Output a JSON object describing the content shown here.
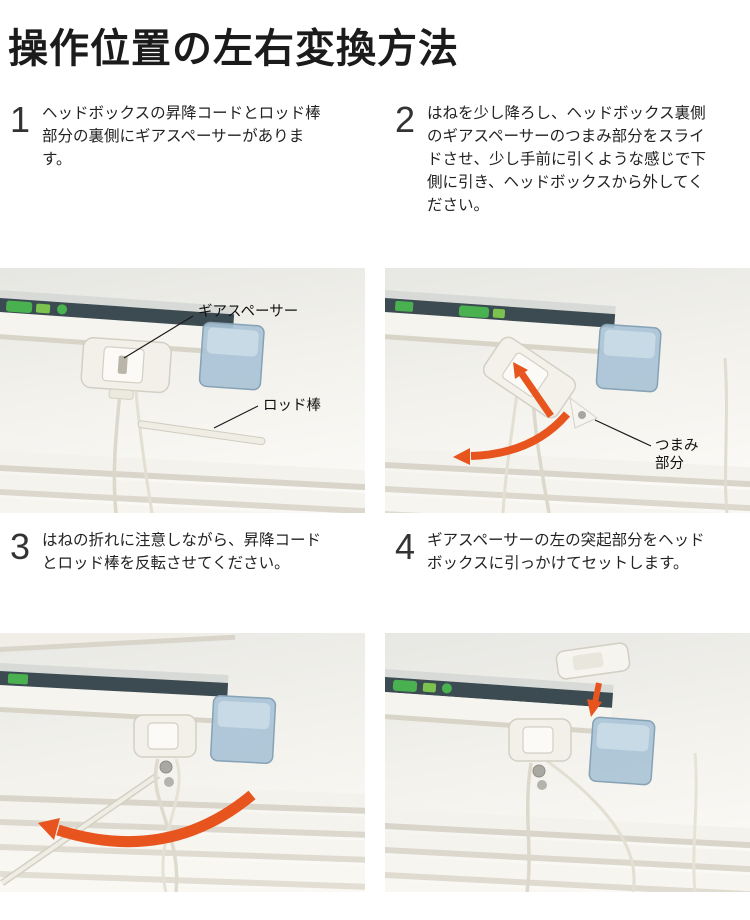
{
  "title": "操作位置の左右変換方法",
  "steps": [
    {
      "number": "1",
      "text": "ヘッドボックスの昇降コードとロッド棒部分の裏側にギアスペーサーがあります。"
    },
    {
      "number": "2",
      "text": "はねを少し降ろし、ヘッドボックス裏側のギアスペーサーのつまみ部分をスライドさせ、少し手前に引くような感じで下側に引き、ヘッドボックスから外してください。"
    },
    {
      "number": "3",
      "text": "はねの折れに注意しながら、昇降コードとロッド棒を反転させてください。"
    },
    {
      "number": "4",
      "text": "ギアスペーサーの左の突起部分をヘッドボックスに引っかけてセットします。"
    }
  ],
  "photos": {
    "step1": {
      "gear_spacer_label": "ギアスペーサー",
      "rod_label": "ロッド棒"
    },
    "step2": {
      "knob_label_line1": "つまみ",
      "knob_label_line2": "部分"
    }
  },
  "colors": {
    "arrow_orange": "#e8541e",
    "headrail_channel": "#3c4b52",
    "gear_green": "#49b14f",
    "end_cap_blue": "#a9c3d6",
    "label_text": "#111111"
  }
}
